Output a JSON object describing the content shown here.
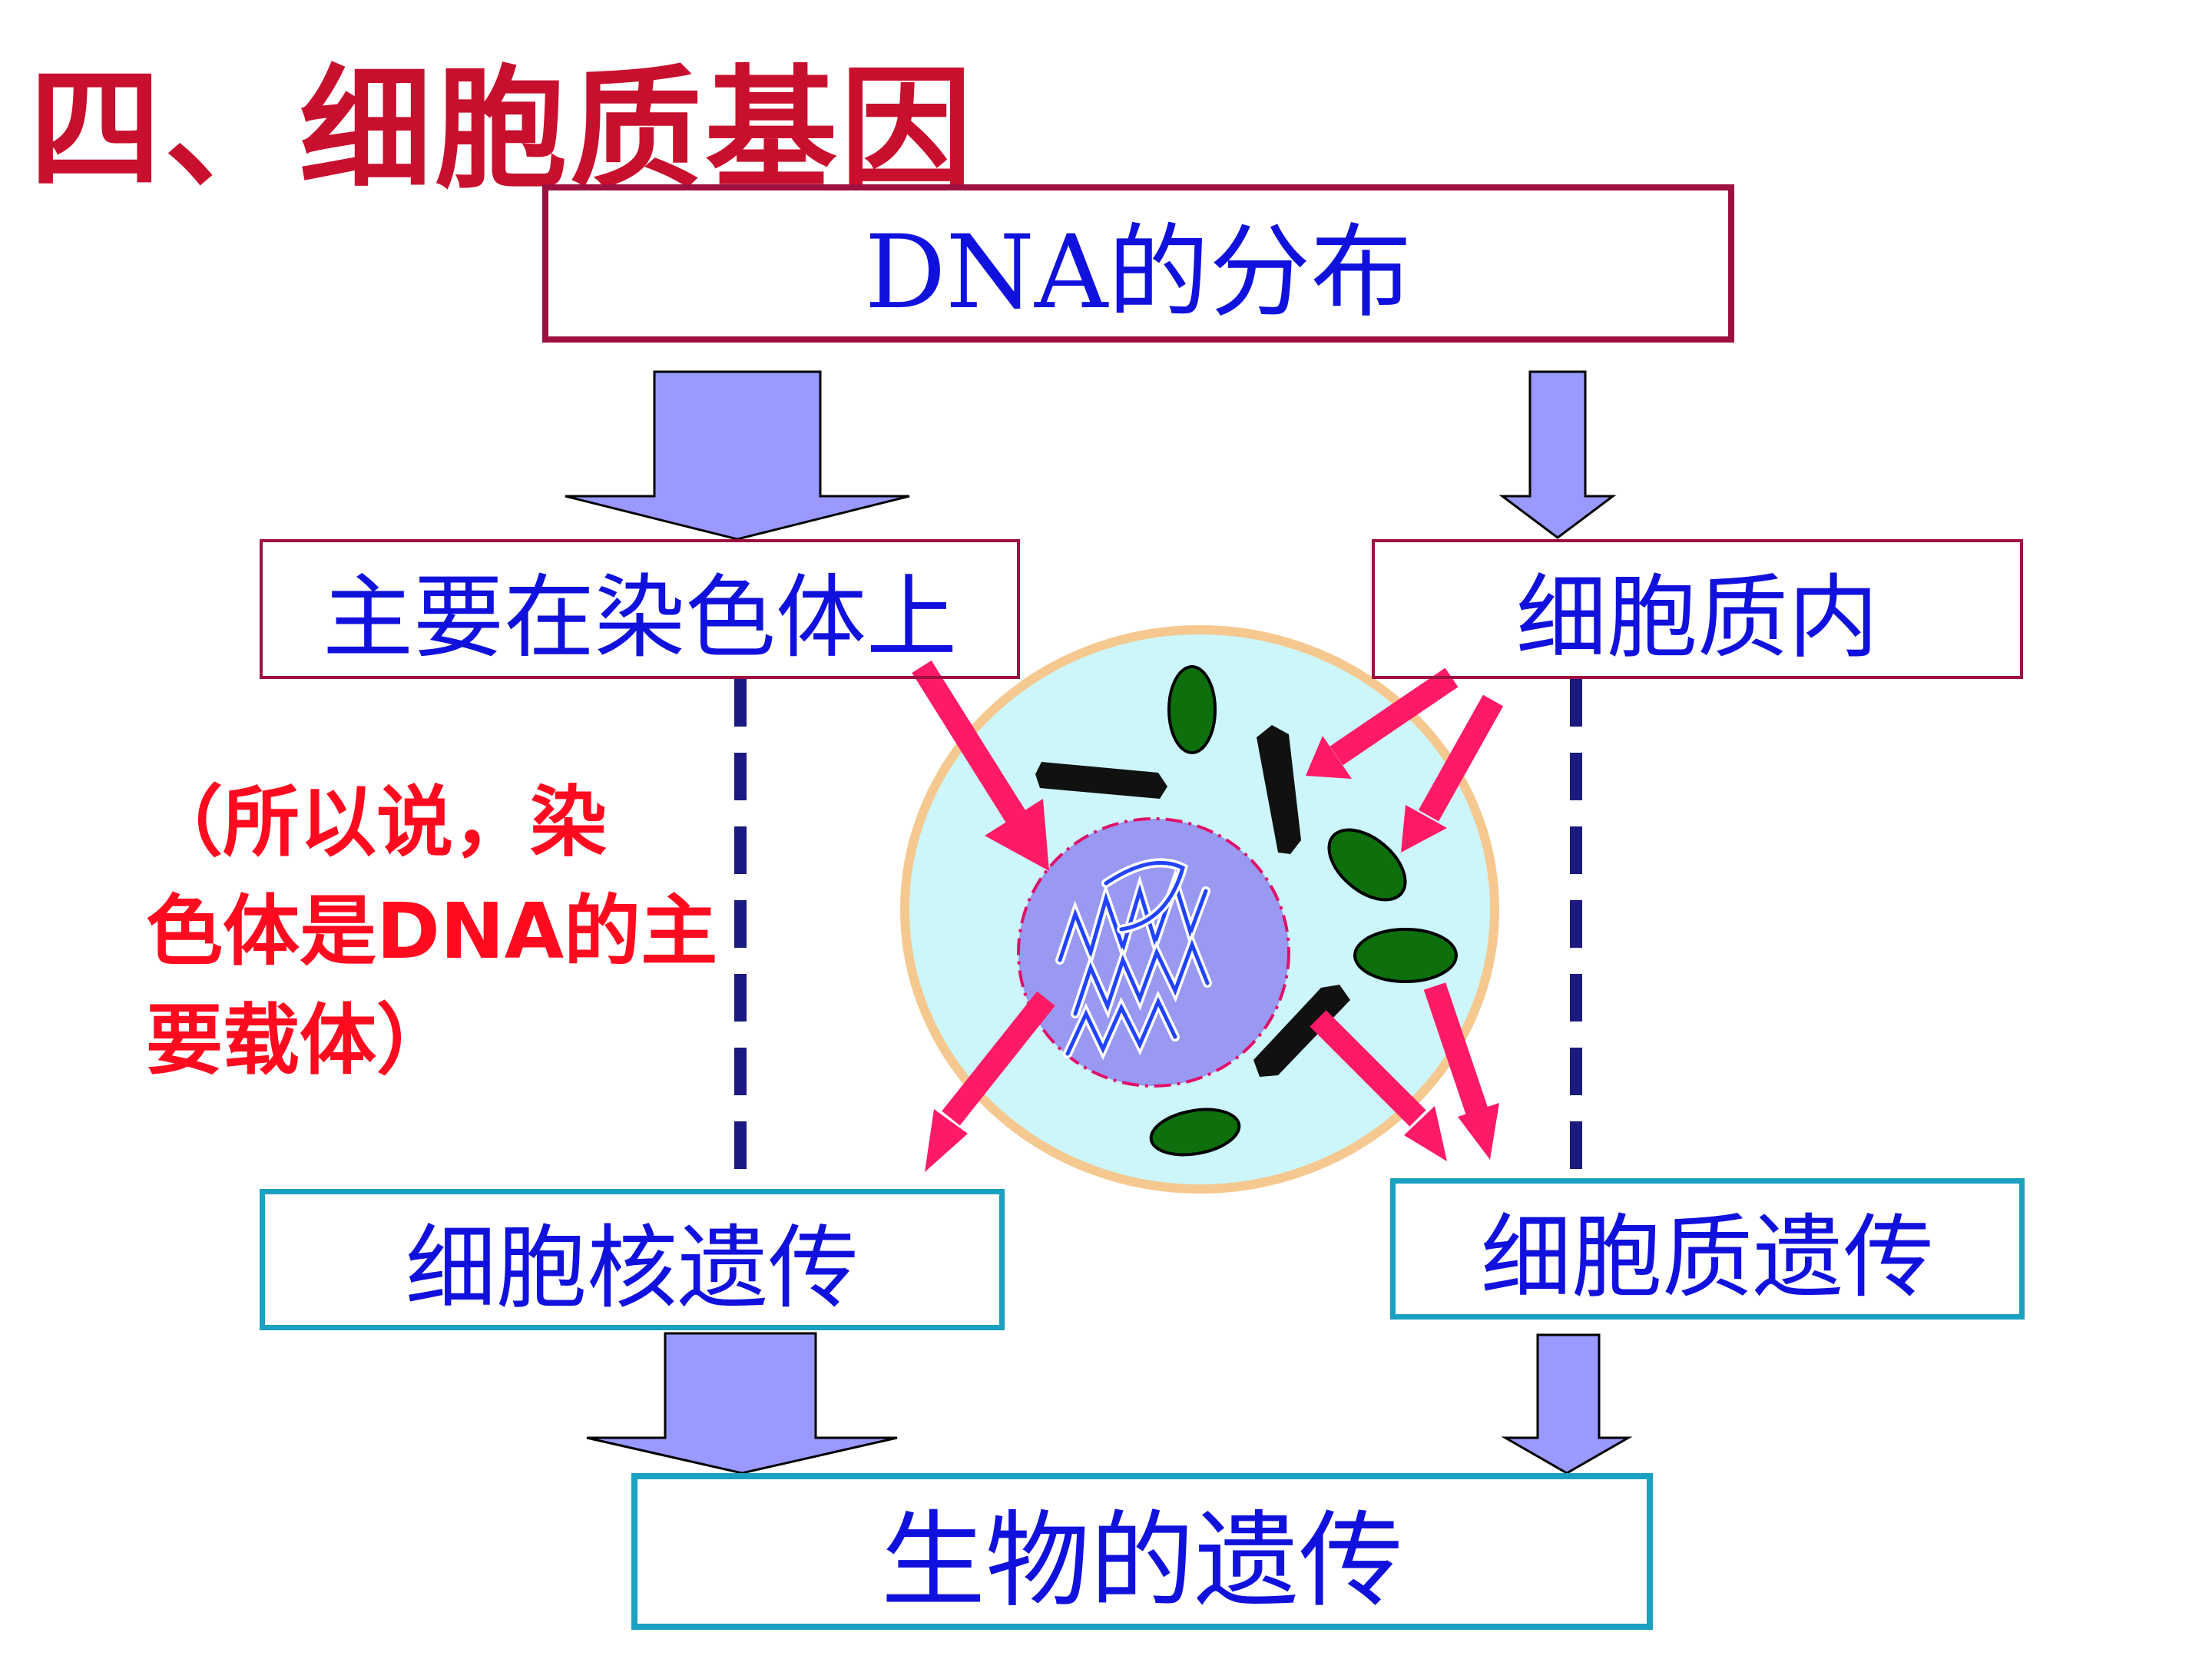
{
  "title": "四、细胞质基因",
  "boxes": {
    "top": "DNA的分布",
    "left_mid": "主要在染色体上",
    "right_mid": "细胞质内",
    "left_low": "细胞核遗传",
    "right_low": "细胞质遗传",
    "bottom": "生物的遗传"
  },
  "note": {
    "line1": "（所以说，染",
    "line2": "色体是DNA的主",
    "line3": "要载体）"
  },
  "colors": {
    "title": "#c8102e",
    "box_text": "#1111dd",
    "block_arrow": "#9999ff",
    "pointer_arrow": "#ff1a66",
    "cell": "#ccf6fa",
    "cell_border": "#f5c890",
    "nucleus": "#9999f2",
    "mitochondria": "#0d700d",
    "dashed_line": "#1a1a80"
  }
}
